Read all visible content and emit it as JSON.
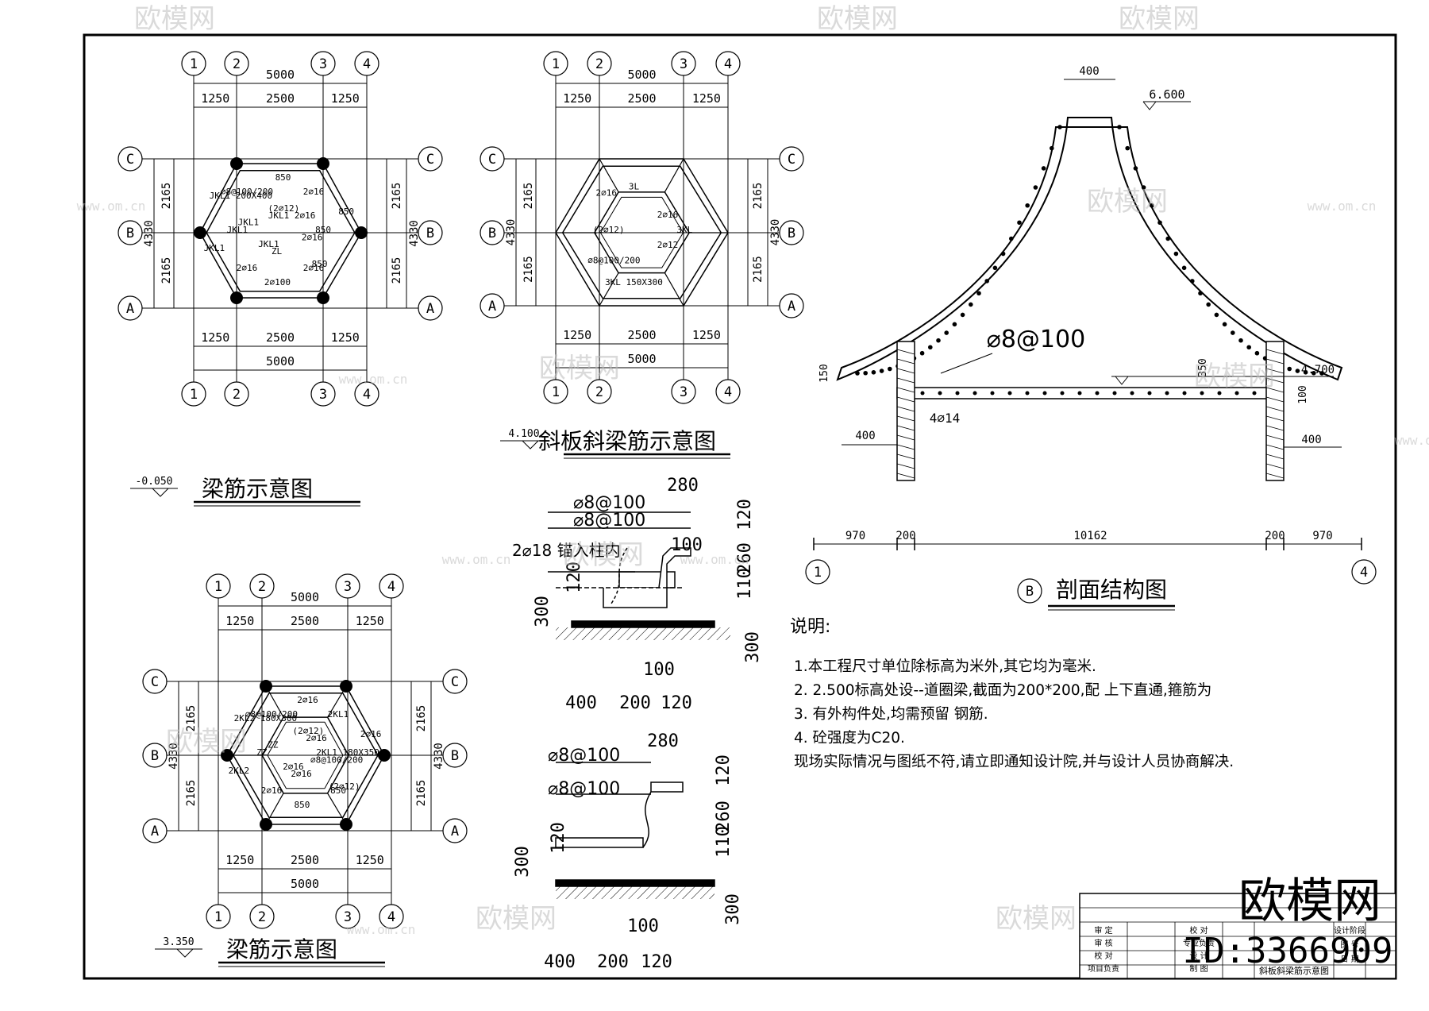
{
  "plans": [
    {
      "id": "plan-a",
      "title": "梁筋示意图",
      "elevation": "-0.050",
      "dims_top_total": "5000",
      "dims_top_seg": [
        "1250",
        "2500",
        "1250"
      ],
      "dims_bottom_total": "5000",
      "dims_bottom_seg": [
        "1250",
        "2500",
        "1250"
      ],
      "dims_left": [
        "2165",
        "2165"
      ],
      "dims_left_total": "4330",
      "dims_right": [
        "2165",
        "2165"
      ],
      "dims_right_total": "4330",
      "annotations": [
        "850",
        "2⌀16",
        "850",
        "2⌀16",
        "ZL",
        "2⌀100",
        "2⌀16",
        "JKL1",
        "JKL1",
        "JKL1",
        "JKL1",
        "JKL1 200X400",
        "⌀8@100/200",
        "(2⌀12)",
        "850",
        "2⌀16",
        "JKL1 2⌀16",
        "850"
      ]
    },
    {
      "id": "plan-b",
      "title": "斜板斜梁筋示意图",
      "elevation": "4.100",
      "dims_top_total": "5000",
      "dims_top_seg": [
        "1250",
        "2500",
        "1250"
      ],
      "dims_bottom_total": "5000",
      "dims_bottom_seg": [
        "1250",
        "2500",
        "1250"
      ],
      "dims_left": [
        "2165",
        "2165"
      ],
      "dims_left_total": "4330",
      "dims_right": [
        "2165",
        "2165"
      ],
      "dims_right_total": "4330",
      "annotations": [
        "3KL",
        "2⌀12",
        "3KL 150X300",
        "⌀8@100/200",
        "(2⌀12)",
        "2⌀16",
        "3L",
        "2⌀16"
      ]
    },
    {
      "id": "plan-c",
      "title": "梁筋示意图",
      "elevation": "3.350",
      "dims_top_total": "5000",
      "dims_top_seg": [
        "1250",
        "2500",
        "1250"
      ],
      "dims_bottom_total": "5000",
      "dims_bottom_seg": [
        "1250",
        "2500",
        "1250"
      ],
      "dims_left": [
        "2165",
        "2165"
      ],
      "dims_left_total": "4330",
      "dims_right": [
        "2165",
        "2165"
      ],
      "dims_right_total": "4330",
      "annotations": [
        "2KL1 180X350",
        "⌀8@100/200",
        "(2⌀12)",
        "850",
        "2⌀16",
        "850",
        "2⌀16",
        "2⌀16",
        "2KL2",
        "ZZ",
        "ZZ",
        "2KL2 180X300",
        "⌀8@100/200",
        "(2⌀12)",
        "2⌀16",
        "2KL1",
        "2⌀16",
        "2⌀16"
      ]
    }
  ],
  "grid_cols": [
    "1",
    "2",
    "3",
    "4"
  ],
  "grid_rows": [
    "C",
    "B",
    "A"
  ],
  "details": [
    {
      "id": "detail-1",
      "labels": [
        "⌀8@100",
        "⌀8@100",
        "2⌀18 锚入柱内"
      ],
      "dims": [
        "280",
        "120",
        "100",
        "260",
        "110",
        "120",
        "300",
        "300",
        "100",
        "400",
        "200",
        "120"
      ]
    },
    {
      "id": "detail-2",
      "labels": [
        "⌀8@100",
        "⌀8@100"
      ],
      "dims": [
        "280",
        "120",
        "260",
        "110",
        "120",
        "300",
        "300",
        "100",
        "400",
        "200",
        "120"
      ]
    }
  ],
  "section": {
    "title": "剖面结构图",
    "axis_label": "B",
    "top_dim": "400",
    "top_elev": "6.600",
    "mid_elev": "4.700",
    "rebar_label": "⌀8@100",
    "beam_label": "4⌀14",
    "dim_150": "150",
    "dim_350": "350",
    "dim_100": "100",
    "dim_400_left": "400",
    "dim_400_right": "400",
    "bottom_dims": [
      "970",
      "200",
      "10162",
      "200",
      "970"
    ],
    "axis_left": "1",
    "axis_right": "4"
  },
  "notes": {
    "heading": "说明:",
    "lines": [
      "1.本工程尺寸单位除标高为米外,其它均为毫米.",
      "2. 2.500标高处设--道圈梁,截面为200*200,配        上下直通,箍筋为",
      "3. 有外构件处,均需预留          钢筋.",
      "4. 砼强度为C20.",
      "现场实际情况与图纸不符,请立即通知设计院,并与设计人员协商解决."
    ]
  },
  "title_block": {
    "rows_left": [
      "审 定",
      "审 核",
      "校 对",
      "项目负责"
    ],
    "rows_mid": [
      "校 对",
      "专业负责",
      "设 计",
      "制 图"
    ],
    "drawing_name": "斜板斜梁筋示意图",
    "right_cells": [
      "设计阶段",
      "图 号",
      "日 期"
    ]
  },
  "watermark": {
    "brand": "欧模网",
    "url": "www.om.cn",
    "id_text": "ID:3366909"
  }
}
